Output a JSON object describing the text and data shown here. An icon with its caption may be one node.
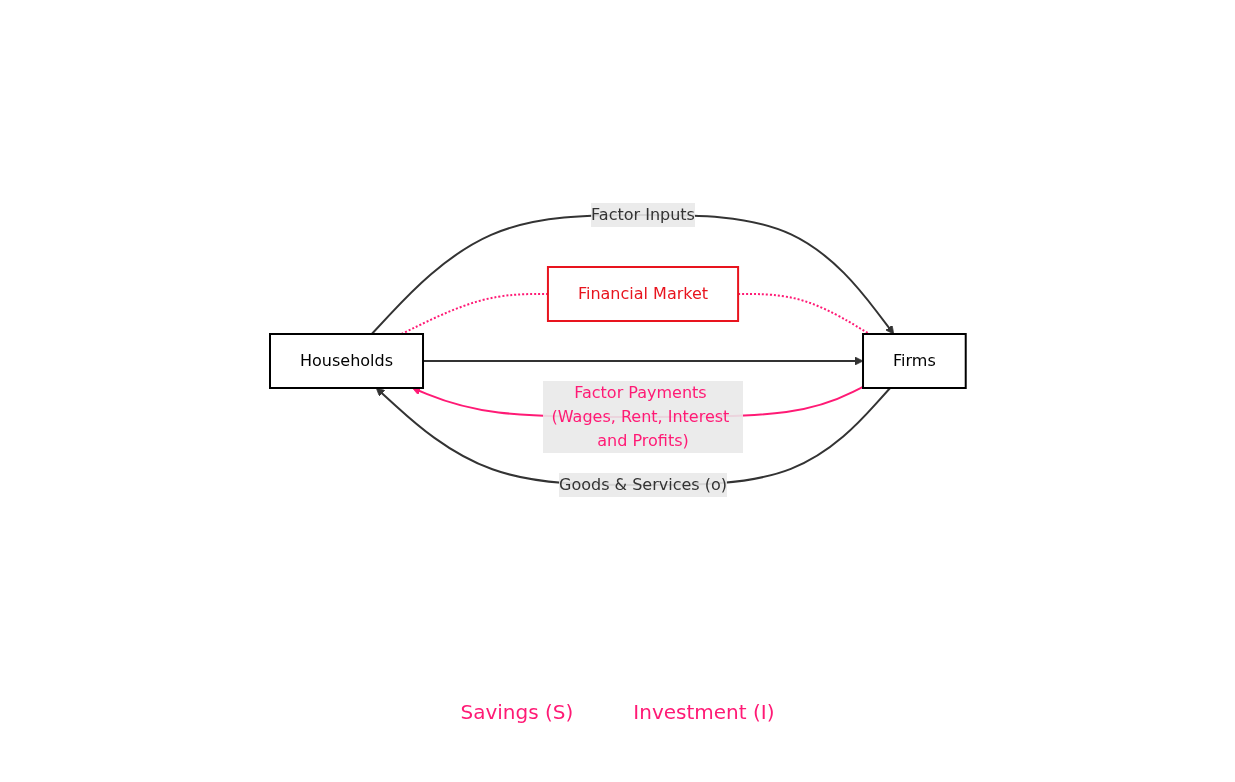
{
  "diagram": {
    "nodes": [
      {
        "text": [
          "Households"
        ]
      },
      {
        "text": [
          "Financial Market"
        ]
      },
      {
        "text": [
          "Firms"
        ]
      }
    ],
    "edges": [
      {
        "from": 0,
        "to": 2,
        "arrow": "to",
        "label": "Factor Inputs"
      },
      {
        "from": 2,
        "to": 0,
        "arrow": "to",
        "label": "Factor Payments (Wages, Rent, Interest and Profits)",
        "color": "#ff1a75"
      },
      {
        "from": 0,
        "to": 1,
        "arrow": "none",
        "style": "dashed",
        "color": "#ff1a75"
      },
      {
        "from": 1,
        "to": 2,
        "arrow": "none",
        "style": "dashed",
        "color": "#ff1a75"
      },
      {
        "from": 2,
        "to": 0,
        "arrow": "to",
        "label": "Goods & Services (o)"
      },
      {
        "from": 0,
        "to": 2,
        "arrow": "to"
      }
    ],
    "labels": [
      "Savings (S)",
      "Investment (I)"
    ]
  }
}
